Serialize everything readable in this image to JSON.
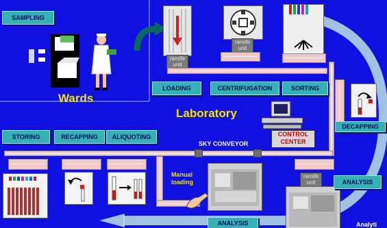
{
  "labels": {
    "sampling": "SAMPLING",
    "wards": "Wards",
    "laboratory": "Laboratory",
    "loading": "LOADING",
    "centrifugation": "CENTRIFUGATION",
    "sorting": "SORTING",
    "decapping": "DECAPPING",
    "storing": "STORING",
    "recapping": "RECAPPING",
    "aliquoting": "ALIQUOTING",
    "sky_conveyor": "SKY CONVEYOR",
    "control_center": "CONTROL CENTER",
    "manual_loading": "Manual loading",
    "analysis_right": "ANALYSIS",
    "analysis_bottom": "ANALYSIS",
    "transfer_unit": "ransfe unit",
    "corner_text": "Analyti"
  },
  "colors": {
    "background": "#1010e0",
    "label_fill": "#35b0b4",
    "highlight_text": "#f2e500",
    "track": "#f4c8c8",
    "loop_arrow": "#b8e2e2",
    "control_text": "#d00000"
  }
}
